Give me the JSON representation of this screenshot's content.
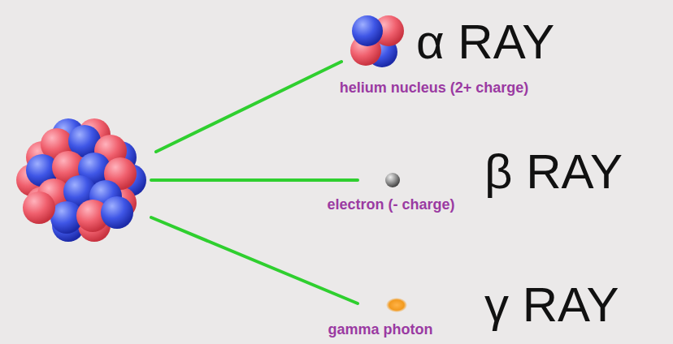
{
  "diagram": {
    "labels": [
      "α RAY",
      "helium nucleus (2+ charge)",
      "β RAY",
      "electron (- charge)",
      "γ RAY",
      "gamma photon"
    ]
  }
}
